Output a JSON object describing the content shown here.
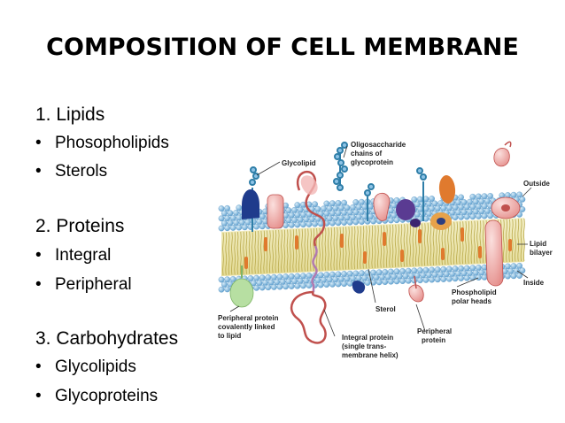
{
  "title": "COMPOSITION OF CELL MEMBRANE",
  "sections": [
    {
      "heading": "1.  Lipids",
      "items": [
        "Phosopholipids",
        "Sterols"
      ]
    },
    {
      "heading": "2.  Proteins",
      "items": [
        "Integral",
        "Peripheral"
      ]
    },
    {
      "heading": "3.  Carbohydrates",
      "items": [
        "Glycolipids",
        "Glycoproteins"
      ]
    }
  ],
  "bullet": "•",
  "diagram": {
    "labels": {
      "oligo1": "Oligosaccharide",
      "oligo2": "chains of",
      "oligo3": "glycoprotein",
      "glycolipid": "Glycolipid",
      "outside": "Outside",
      "lipid1": "Lipid",
      "lipid2": "bilayer",
      "inside": "Inside",
      "phos1": "Phospholipid",
      "phos2": "polar heads",
      "sterol": "Sterol",
      "periph1": "Peripheral",
      "periph2": "protein",
      "integral1": "Integral protein",
      "integral2": "(single trans-",
      "integral3": "membrane helix)",
      "pcov1": "Peripheral protein",
      "pcov2": "covalently linked",
      "pcov3": "to lipid"
    },
    "colors": {
      "head": "#8ec3e6",
      "head_edge": "#4f8fbf",
      "tail": "#e9e3a6",
      "tail_line": "#b9a94a",
      "protein_pink": "#f2b7b5",
      "protein_edge": "#c0504d",
      "navy": "#1f3b8c",
      "purple": "#5a3b92",
      "orange": "#e07a2e",
      "green": "#b7dfa2",
      "sugar": "#2e7ea8"
    }
  }
}
